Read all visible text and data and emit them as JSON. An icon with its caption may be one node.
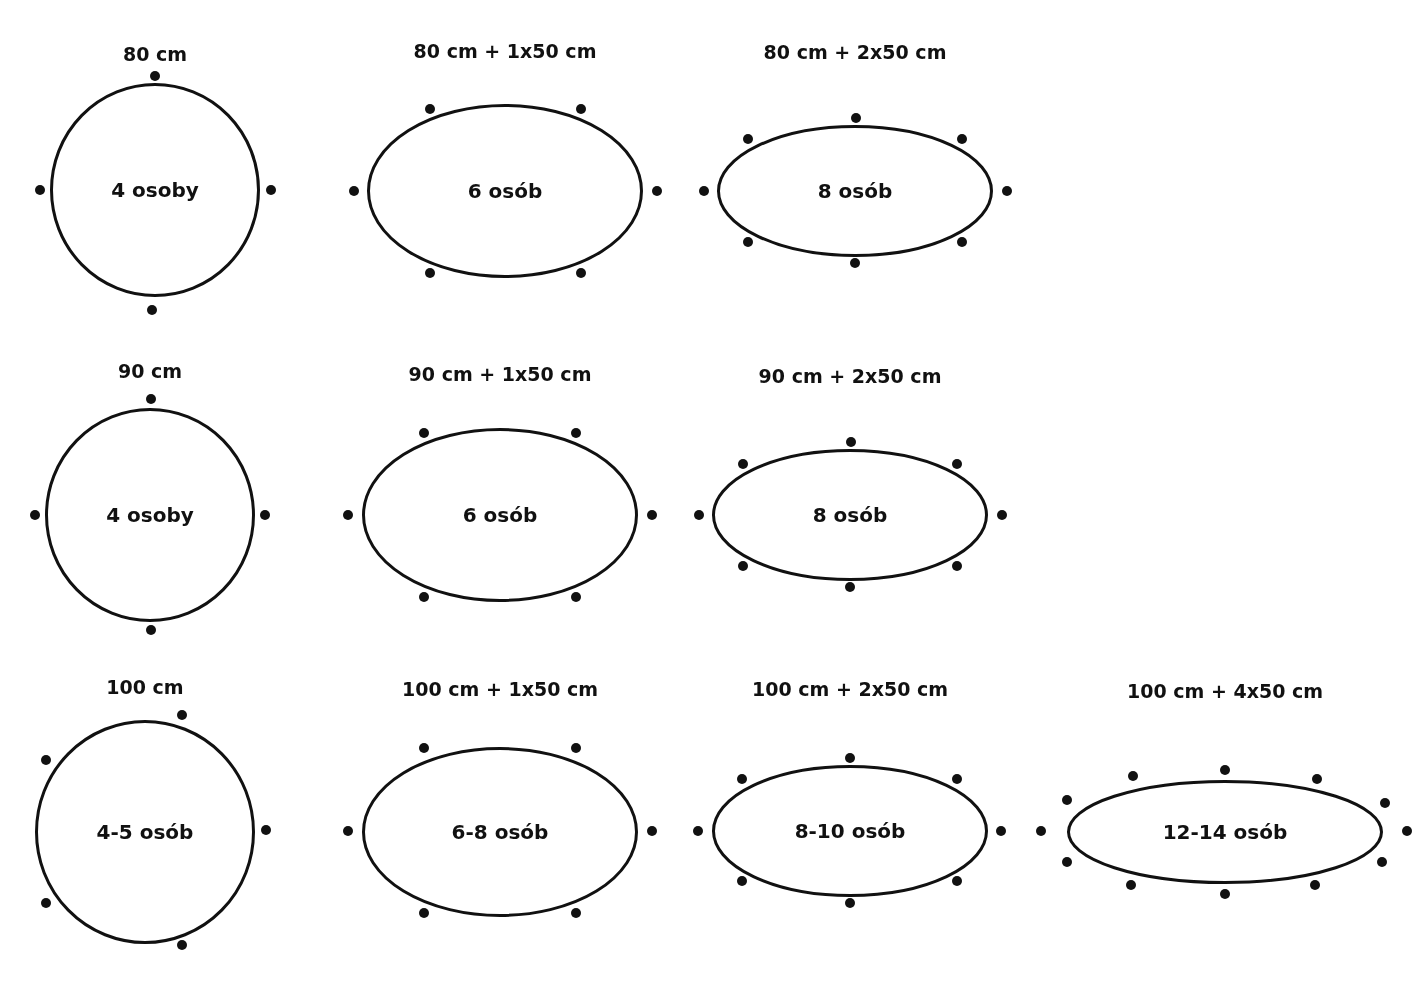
{
  "diagram": {
    "nodes": [
      {
        "text": [
          "80 cm",
          "4 osoby"
        ]
      },
      {
        "text": [
          "80 cm + 1x50 cm",
          "6 osób"
        ]
      },
      {
        "text": [
          "80 cm + 2x50 cm",
          "8 osób"
        ]
      },
      {
        "text": [
          "90 cm",
          "4 osoby"
        ]
      },
      {
        "text": [
          "90 cm + 1x50 cm",
          "6 osób"
        ]
      },
      {
        "text": [
          "90 cm + 2x50 cm",
          "8 osób"
        ]
      },
      {
        "text": [
          "100 cm",
          "4-5 osób"
        ]
      },
      {
        "text": [
          "100 cm + 1x50 cm",
          "6-8 osób"
        ]
      },
      {
        "text": [
          "100 cm + 2x50 cm",
          "8-10 osób"
        ]
      },
      {
        "text": [
          "100 cm + 4x50 cm",
          "12-14 osób"
        ]
      }
    ],
    "edges": []
  }
}
